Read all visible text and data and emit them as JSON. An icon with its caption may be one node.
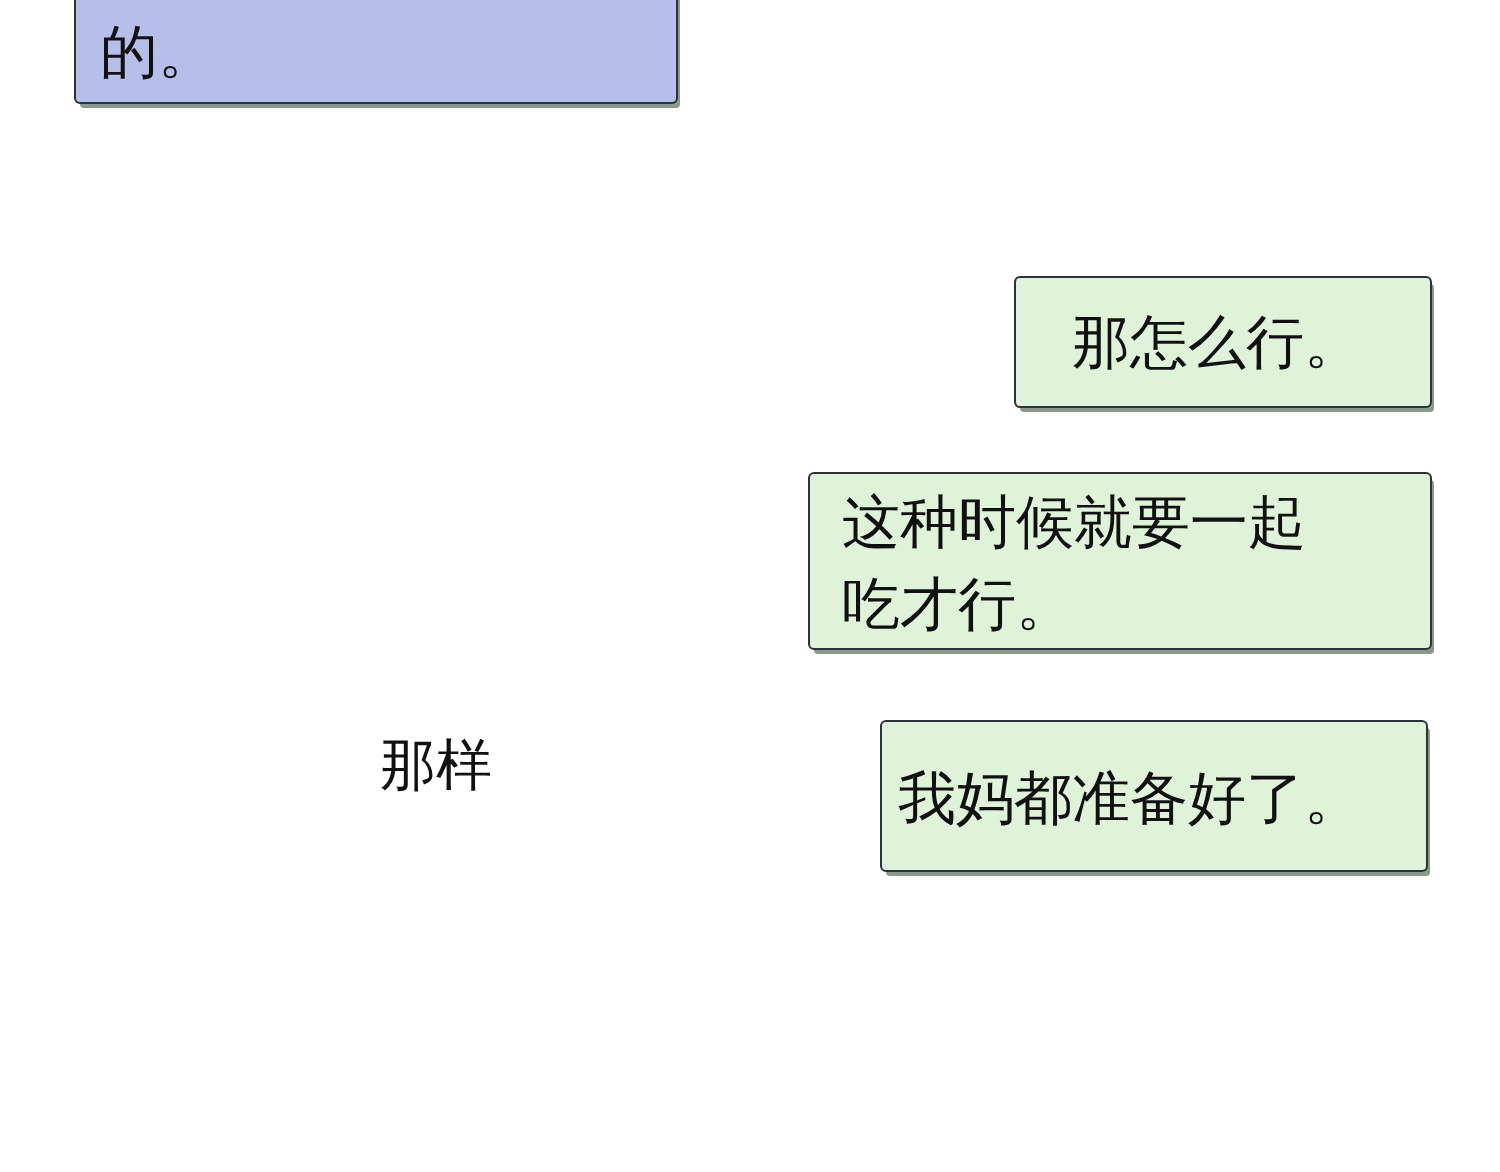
{
  "diagram": {
    "nodes": [
      {
        "text": [
          "的。"
        ]
      },
      {
        "text": [
          "那怎么行。"
        ]
      },
      {
        "text": [
          "这种时候就要一起吃才行。"
        ]
      },
      {
        "text": [
          "我妈都准备好了。"
        ]
      }
    ],
    "labels": [
      "那样"
    ]
  }
}
